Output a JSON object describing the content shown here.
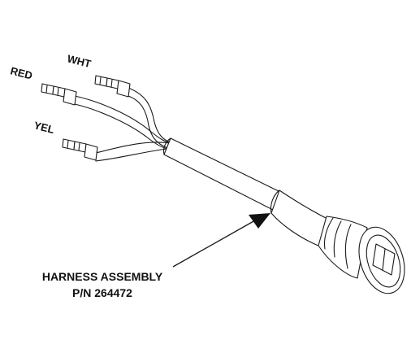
{
  "wire_labels": {
    "white": "WHT",
    "red": "RED",
    "yellow": "YEL"
  },
  "caption": {
    "line1": "HARNESS ASSEMBLY",
    "line2": "P/N 264472"
  }
}
